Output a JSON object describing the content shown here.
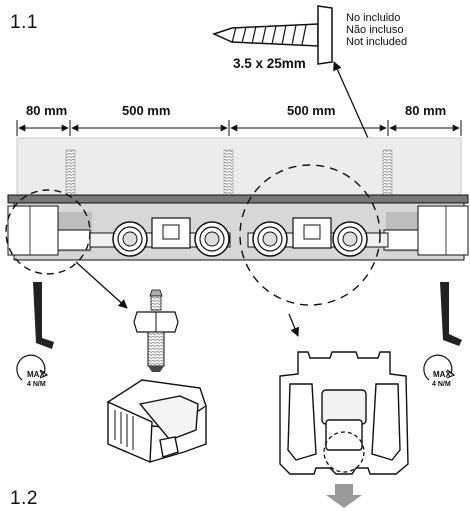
{
  "steps": {
    "step1": "1.1",
    "step2": "1.2"
  },
  "screw": {
    "size": "3.5 x 25mm",
    "notes": [
      "No incluido",
      "Não incluso",
      "Not included"
    ]
  },
  "dimensions": {
    "d1": "80 mm",
    "d2": "500 mm",
    "d3": "500 mm",
    "d4": "80 mm"
  },
  "torque": {
    "left": {
      "max": "MAX",
      "value": "4 N/M"
    },
    "right": {
      "max": "MAX",
      "value": "4 N/M"
    }
  },
  "colors": {
    "line": "#111111",
    "rail": "#d9d9d9",
    "glass": "#ececec",
    "arrow": "#9a9a9a"
  }
}
